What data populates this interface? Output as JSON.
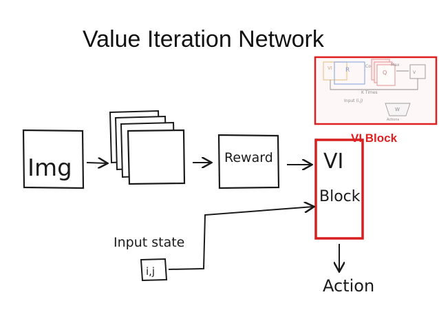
{
  "title": "Value Iteration Network",
  "vi_label": "VI Block",
  "nodes": {
    "img": "Img",
    "reward": "Reward",
    "vi_block_line1": "VI",
    "vi_block_line2": "Block",
    "input_state": "Input state",
    "state_glyph": "i,j",
    "action": "Action"
  },
  "thumbnail": {
    "vi": "VI",
    "r": "R",
    "conv": "Conv",
    "q": "Q",
    "max": "Max",
    "v": "V",
    "k_times": "K Times",
    "input": "Input (i,j)",
    "w": "W",
    "actions": "Actions"
  },
  "colors": {
    "accent": "#e02020",
    "ink": "#1a1a1a"
  }
}
